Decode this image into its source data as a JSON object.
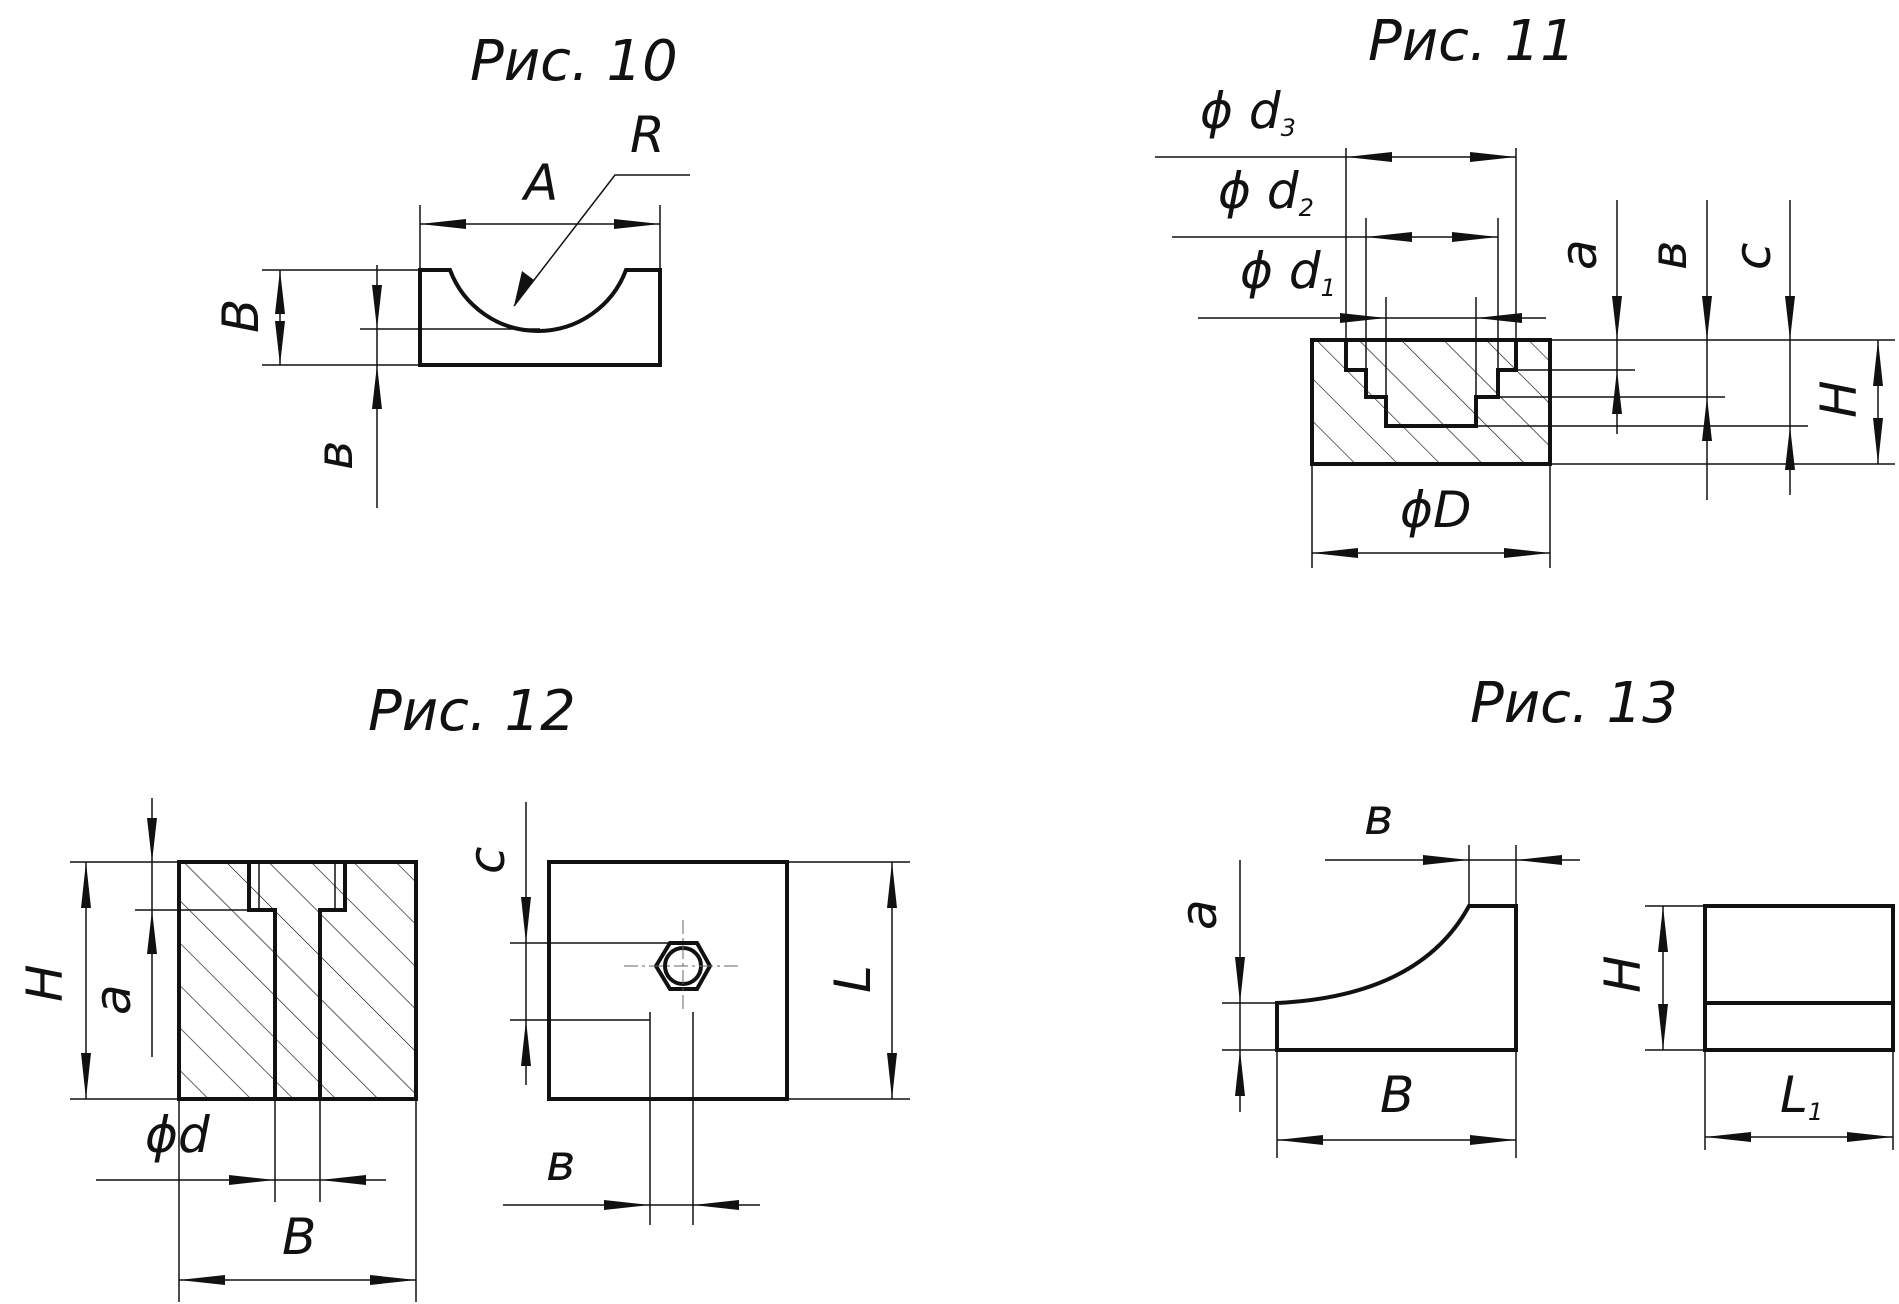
{
  "figures": {
    "fig10": {
      "caption": "Рис. 10",
      "labels": {
        "A": "A",
        "R": "R",
        "B": "B",
        "b": "в"
      }
    },
    "fig11": {
      "caption": "Рис. 11",
      "labels": {
        "d3": "ϕ d",
        "d3_sub": "3",
        "d2": "ϕ d",
        "d2_sub": "2",
        "d1": "ϕ d",
        "d1_sub": "1",
        "a": "a",
        "b": "в",
        "c": "c",
        "H": "H",
        "D": "ϕD"
      }
    },
    "fig12": {
      "caption": "Рис. 12",
      "labels": {
        "H": "H",
        "a": "a",
        "d": "ϕd",
        "B": "B",
        "c": "c",
        "L": "L",
        "b": "в"
      }
    },
    "fig13": {
      "caption": "Рис. 13",
      "labels": {
        "b": "в",
        "a": "a",
        "B": "B",
        "H": "H",
        "L1": "L",
        "L1_sub": "1"
      }
    }
  },
  "colors": {
    "line": "#111111",
    "background": "#ffffff"
  }
}
